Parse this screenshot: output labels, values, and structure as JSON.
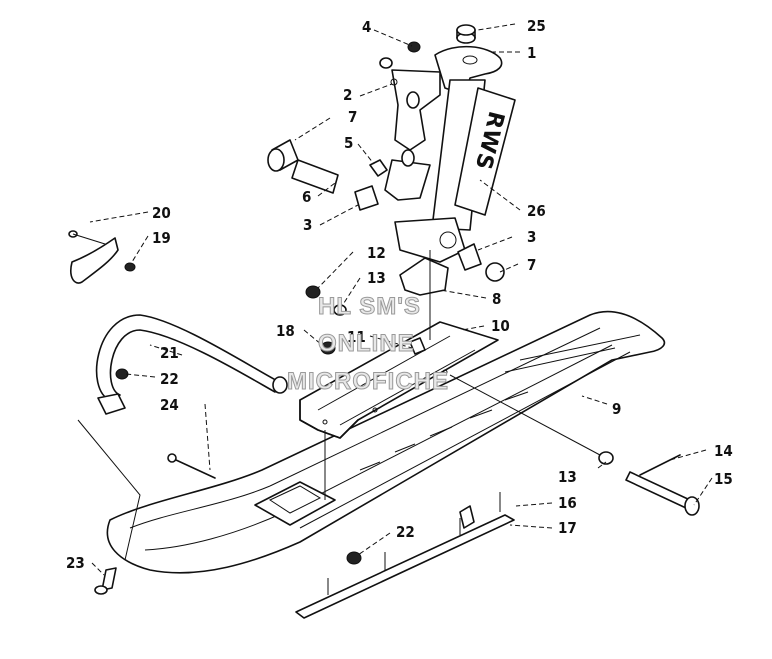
{
  "callouts": [
    {
      "id": "c1",
      "text": "1"
    },
    {
      "id": "c2",
      "text": "2"
    },
    {
      "id": "c3a",
      "text": "3"
    },
    {
      "id": "c3b",
      "text": "3"
    },
    {
      "id": "c4",
      "text": "4"
    },
    {
      "id": "c5",
      "text": "5"
    },
    {
      "id": "c6",
      "text": "6"
    },
    {
      "id": "c7a",
      "text": "7"
    },
    {
      "id": "c7b",
      "text": "7"
    },
    {
      "id": "c8",
      "text": "8"
    },
    {
      "id": "c9",
      "text": "9"
    },
    {
      "id": "c10",
      "text": "10"
    },
    {
      "id": "c11",
      "text": "11"
    },
    {
      "id": "c12",
      "text": "12"
    },
    {
      "id": "c13a",
      "text": "13"
    },
    {
      "id": "c13b",
      "text": "13"
    },
    {
      "id": "c14",
      "text": "14"
    },
    {
      "id": "c15",
      "text": "15"
    },
    {
      "id": "c16",
      "text": "16"
    },
    {
      "id": "c17",
      "text": "17"
    },
    {
      "id": "c18",
      "text": "18"
    },
    {
      "id": "c19",
      "text": "19"
    },
    {
      "id": "c20",
      "text": "20"
    },
    {
      "id": "c21",
      "text": "21"
    },
    {
      "id": "c22a",
      "text": "22"
    },
    {
      "id": "c22b",
      "text": "22"
    },
    {
      "id": "c23",
      "text": "23"
    },
    {
      "id": "c24",
      "text": "24"
    },
    {
      "id": "c25",
      "text": "25"
    },
    {
      "id": "c26",
      "text": "26"
    }
  ],
  "spindle_decal_text": "RWS",
  "watermark": [
    "HL SM'S",
    "ONLINE",
    "MICROFICHE"
  ]
}
